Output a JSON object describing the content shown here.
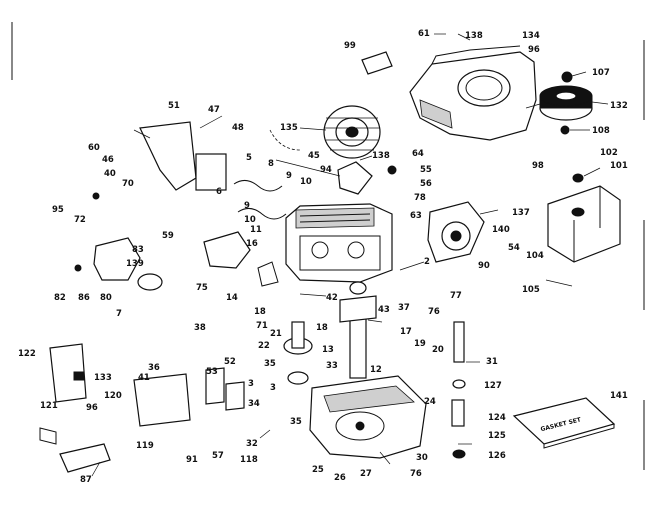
{
  "diagram": {
    "part_labels": [
      "61",
      "138",
      "134",
      "96",
      "107",
      "132",
      "108",
      "98",
      "102",
      "101",
      "137",
      "99",
      "51",
      "47",
      "48",
      "135",
      "45",
      "138",
      "64",
      "55",
      "56",
      "78",
      "63",
      "60",
      "46",
      "40",
      "70",
      "95",
      "72",
      "5",
      "8",
      "9",
      "10",
      "94",
      "6",
      "9",
      "10",
      "140",
      "54",
      "90",
      "104",
      "105",
      "83",
      "139",
      "59",
      "11",
      "16",
      "75",
      "14",
      "82",
      "86",
      "80",
      "7",
      "42",
      "18",
      "37",
      "2",
      "77",
      "76",
      "43",
      "17",
      "19",
      "20",
      "31",
      "127",
      "38",
      "36",
      "41",
      "22",
      "13",
      "33",
      "35",
      "53",
      "52",
      "3",
      "34",
      "35",
      "24",
      "124",
      "125",
      "126",
      "122",
      "133",
      "121",
      "120",
      "96",
      "119",
      "91",
      "57",
      "87",
      "25",
      "26",
      "27",
      "76",
      "30",
      "118",
      "32",
      "141",
      "71",
      "21",
      "18",
      "12",
      "3"
    ],
    "kit_label": "GASKET SET"
  }
}
